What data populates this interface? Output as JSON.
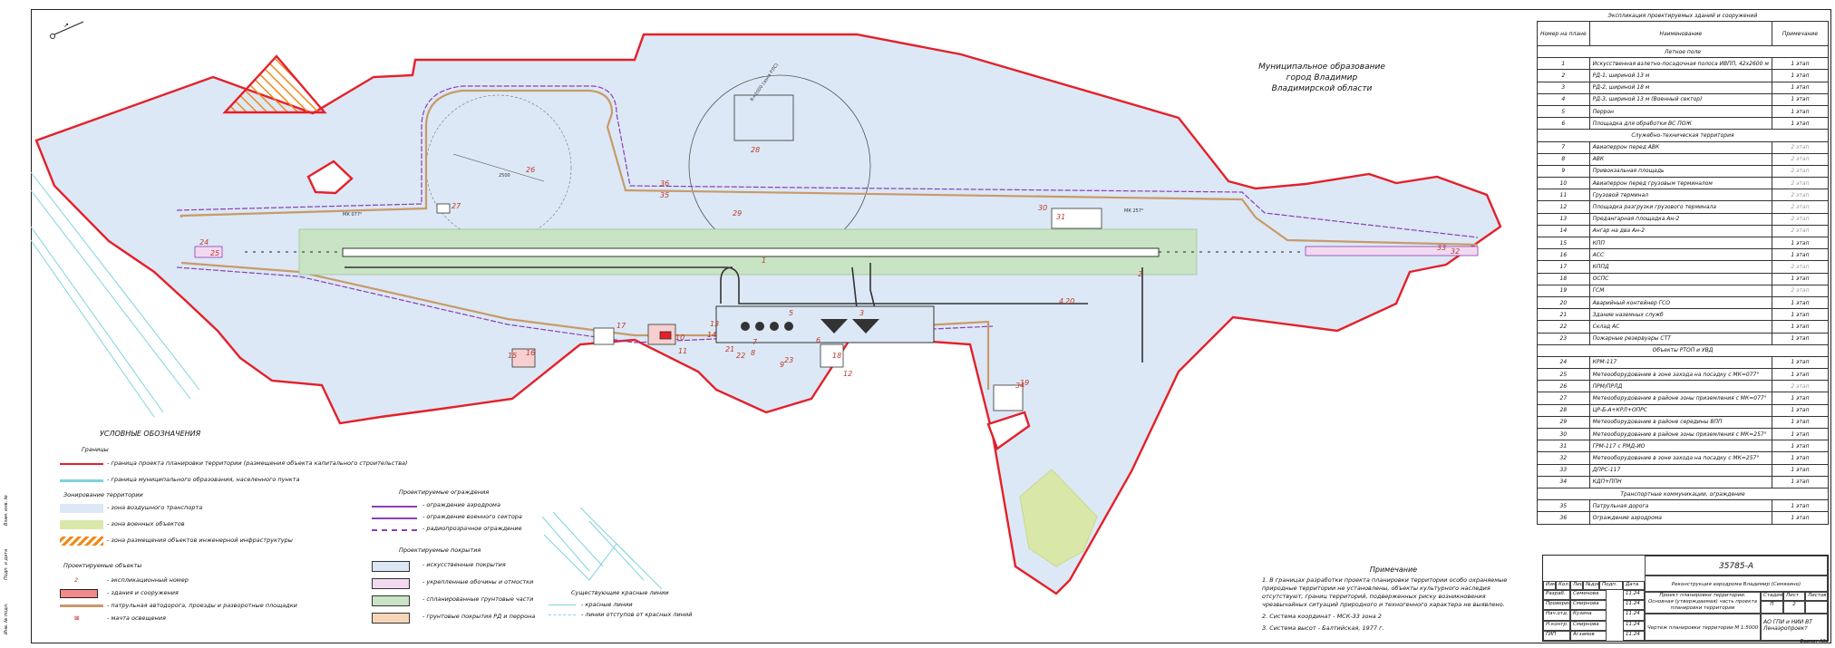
{
  "municipality": {
    "line1": "Муниципальное образование",
    "line2": "город Владимир",
    "line3": "Владимирской области"
  },
  "explication": {
    "caption": "Экспликация проектируемых зданий и сооружений",
    "headers": {
      "num": "Номер на плане",
      "name": "Наименование",
      "note": "Примечание"
    },
    "sections": [
      {
        "title": "Летное поле",
        "rows": [
          {
            "n": "1",
            "name": "Искусственная взлетно-посадочная полоса ИВПП, 42х2600 м",
            "note": "1 этап"
          },
          {
            "n": "2",
            "name": "РД-1, шириной 13 м",
            "note": "1 этап"
          },
          {
            "n": "3",
            "name": "РД-2, шириной 18 м",
            "note": "1 этап"
          },
          {
            "n": "4",
            "name": "РД-3, шириной 13 м (Военный сектор)",
            "note": "1 этап"
          },
          {
            "n": "5",
            "name": "Перрон",
            "note": "1 этап"
          },
          {
            "n": "6",
            "name": "Площадка для обработки ВС ПОЖ",
            "note": "1 этап"
          }
        ]
      },
      {
        "title": "Служебно-техническая территория",
        "rows": [
          {
            "n": "7",
            "name": "Авиаперрон перед АВК",
            "note": "2 этап",
            "gray": true
          },
          {
            "n": "8",
            "name": "АВК",
            "note": "2 этап",
            "gray": true
          },
          {
            "n": "9",
            "name": "Привокзальная площадь",
            "note": "2 этап",
            "gray": true
          },
          {
            "n": "10",
            "name": "Авиаперрон перед грузовым терминалом",
            "note": "2 этап",
            "gray": true
          },
          {
            "n": "11",
            "name": "Грузовой терминал",
            "note": "2 этап",
            "gray": true
          },
          {
            "n": "12",
            "name": "Площадка разгрузки грузового терминала",
            "note": "2 этап",
            "gray": true
          },
          {
            "n": "13",
            "name": "Предангарная площадка Ан-2",
            "note": "2 этап",
            "gray": true
          },
          {
            "n": "14",
            "name": "Ангар на два Ан-2",
            "note": "2 этап",
            "gray": true
          },
          {
            "n": "15",
            "name": "КПП",
            "note": "1 этап"
          },
          {
            "n": "16",
            "name": "АСС",
            "note": "1 этап"
          },
          {
            "n": "17",
            "name": "КППД",
            "note": "2 этап",
            "gray": true
          },
          {
            "n": "18",
            "name": "ОСПС",
            "note": "1 этап"
          },
          {
            "n": "19",
            "name": "ГСМ",
            "note": "2 этап",
            "gray": true
          },
          {
            "n": "20",
            "name": "Аварийный контейнер ГСО",
            "note": "1 этап"
          },
          {
            "n": "21",
            "name": "Здание наземных служб",
            "note": "1 этап"
          },
          {
            "n": "22",
            "name": "Склад АС",
            "note": "1 этап"
          },
          {
            "n": "23",
            "name": "Пожарные резервуары СТТ",
            "note": "1 этап"
          }
        ]
      },
      {
        "title": "Объекты РТОП и УВД",
        "rows": [
          {
            "n": "24",
            "name": "КРМ-117",
            "note": "1 этап"
          },
          {
            "n": "25",
            "name": "Метеооборудование в зоне захода на посадку с МК=077°",
            "note": "1 этап"
          },
          {
            "n": "26",
            "name": "ПРМ/ПРЛД",
            "note": "2 этап",
            "gray": true
          },
          {
            "n": "27",
            "name": "Метеооборудование в районе зоны приземления с МК=077°",
            "note": "1 этап"
          },
          {
            "n": "28",
            "name": "ЦР-Б-А+КРЛ+ОПРС",
            "note": "1 этап"
          },
          {
            "n": "29",
            "name": "Метеооборудование в районе середины ВПП",
            "note": "1 этап"
          },
          {
            "n": "30",
            "name": "Метеооборудование в районе зоны приземления с МК=257°",
            "note": "1 этап"
          },
          {
            "n": "31",
            "name": "ГРМ-117 с РМД-ИО",
            "note": "1 этап"
          },
          {
            "n": "32",
            "name": "Метеооборудование в зоне захода на посадку с МК=257°",
            "note": "1 этап"
          },
          {
            "n": "33",
            "name": "ДПРС-117",
            "note": "1 этап"
          },
          {
            "n": "34",
            "name": "КДП+ППН",
            "note": "1 этап"
          }
        ]
      },
      {
        "title": "Транспортные коммуникации, ограждение",
        "rows": [
          {
            "n": "35",
            "name": "Патрульная дорога",
            "note": "1 этап"
          },
          {
            "n": "36",
            "name": "Ограждение аэродрома",
            "note": "1 этап"
          }
        ]
      }
    ]
  },
  "legend": {
    "title": "УСЛОВНЫЕ ОБОЗНАЧЕНИЯ",
    "borders_title": "Границы",
    "border1": "- граница проекта планировки территории (размещения объекта капитального строительства)",
    "border2": "- граница муниципального образования, населенного пункта",
    "zones_title": "Зонирование территории",
    "zone1": "- зона воздушного транспорта",
    "zone2": "- зона военных объектов",
    "zone3": "- зона размещения объектов инженерной инфраструктуры",
    "objects_title": "Проектируемые объекты",
    "obj_num": "2",
    "obj1": "- экспликационный номер",
    "obj2": "- здания и сооружения",
    "obj3": "- патрульная автодорога, проезды и разворотные площадки",
    "obj4": "- мачта освещения",
    "fences_title": "Проектируемые ограждения",
    "fence1": "- ограждение аэродрома",
    "fence2": "- ограждение военного сектора",
    "fence3": "- радиопрозрачное ограждение",
    "pav_title": "Проектируемые покрытия",
    "pav1": "- искусственные покрытия",
    "pav2": "- укрепленные обочины и отмостки",
    "pav3": "- спланированные грунтовые части",
    "pav4": "- грунтовые покрытия РД и перрона",
    "red_title": "Существующие красные линии",
    "red1": "- красные линии",
    "red2": "- линии отступов от красных линий"
  },
  "notes": {
    "title": "Примечание",
    "n1": "1. В границах разработки проекта планировки территории особо охраняемые природные территории не установлены, объекты культурного наследия отсутствуют, границ территорий, подверженных риску возникновения чрезвычайных ситуаций природного и техногенного характера не выявлено.",
    "n2": "2. Система координат - МСК-33 зона 2",
    "n3": "3. Система высот - Балтийская, 1977 г."
  },
  "stamp": {
    "code": "35785-А",
    "project": "Реконструкция аэродрома Владимир (Семязино)",
    "part": "Проект планировки территории. Основная (утверждаемая) часть проекта планировки территории",
    "stage_h": "Стадия",
    "sheet_h": "Лист",
    "sheets_h": "Листов",
    "stage": "П",
    "sheet": "2",
    "sheets": "",
    "drawing": "Чертеж планировки территории М 1:5000",
    "org1": "АО ГПИ и НИИ ВТ",
    "org2": "Ленаэропроект",
    "format": "Формат А3х",
    "roles": [
      "Изм.",
      "Кол.уч.",
      "Лист",
      "№док.",
      "Подп.",
      "Дата"
    ],
    "people": [
      {
        "role": "Разраб.",
        "name": "Семенова",
        "date": "11.24"
      },
      {
        "role": "Проверил",
        "name": "Смирнова",
        "date": "11.24"
      },
      {
        "role": "Нач.отд.",
        "name": "Кузина",
        "date": "11.24"
      },
      {
        "role": "Н.контр.",
        "name": "Смирнова",
        "date": "11.24"
      },
      {
        "role": "ГИП",
        "name": "Агзамов",
        "date": "11.24"
      }
    ]
  },
  "side": {
    "s1": "Инв. № подл.",
    "s2": "Подп. и дата",
    "s3": "Взам. инв. №"
  },
  "map": {
    "labels": [
      "1",
      "2",
      "3",
      "4",
      "5",
      "6",
      "7",
      "8",
      "9",
      "10",
      "11",
      "12",
      "13",
      "14",
      "15",
      "16",
      "17",
      "18",
      "19",
      "20",
      "21",
      "22",
      "23",
      "24",
      "25",
      "26",
      "27",
      "28",
      "29",
      "30",
      "31",
      "32",
      "33",
      "34",
      "35",
      "36"
    ],
    "runway_label_w": "МК 077°",
    "runway_label_e": "МК 257°",
    "arc_label": "2500",
    "circle_label": "R=2000 (зона РЛС)"
  },
  "colors": {
    "airport_zone": "#dce8f5",
    "military_zone": "#d9e8a8",
    "red_border": "#e4202a",
    "runway": "#c9e4c4",
    "fence": "#8a3fb8",
    "road": "#c89a6a",
    "hatch": "#f08a1a"
  }
}
